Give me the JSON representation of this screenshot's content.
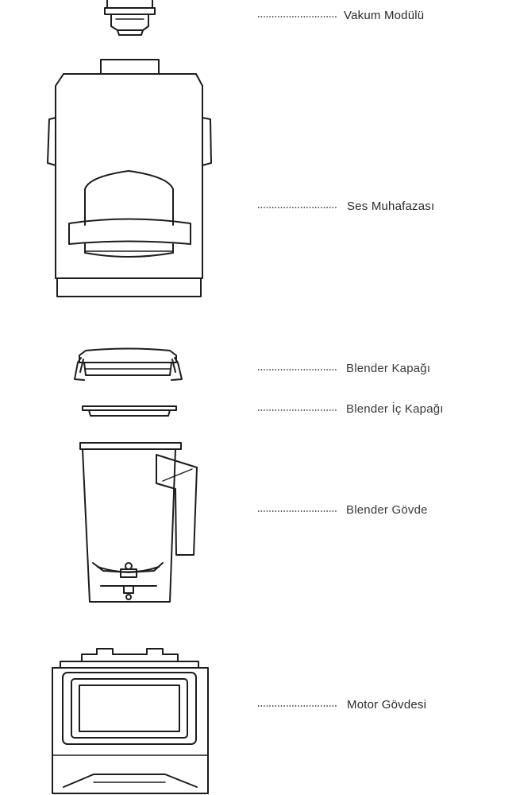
{
  "parts": [
    {
      "id": "vacuum-module",
      "label": "Vakum Modülü"
    },
    {
      "id": "sound-enclosure",
      "label": "Ses Muhafazası"
    },
    {
      "id": "blender-lid",
      "label": "Blender Kapağı"
    },
    {
      "id": "blender-inner-lid",
      "label": "Blender İç Kapağı"
    },
    {
      "id": "blender-jar",
      "label": "Blender Gövde"
    },
    {
      "id": "motor-base",
      "label": "Motor Gövdesi"
    }
  ],
  "colors": {
    "line": "#1c1c1c",
    "text": "#3a3a3a",
    "background": "#ffffff"
  }
}
